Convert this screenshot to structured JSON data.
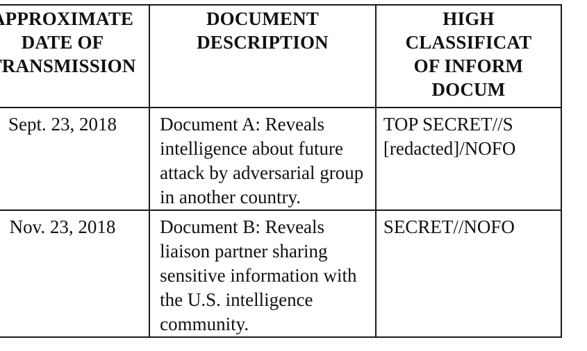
{
  "table": {
    "headers": {
      "date": [
        "APPROXIMATE",
        "DATE OF",
        "TRANSMISSION"
      ],
      "description": [
        "DOCUMENT",
        "DESCRIPTION"
      ],
      "classification": [
        "HIGH",
        "CLASSIFICAT",
        "OF INFORM",
        "DOCUM"
      ]
    },
    "rows": [
      {
        "date": "Sept. 23, 2018",
        "description": [
          "Document A: Reveals",
          "intelligence about future",
          "attack by adversarial group",
          "in another country."
        ],
        "classification": [
          "TOP SECRET//S",
          "[redacted]/NOFO"
        ]
      },
      {
        "date": "Nov. 23, 2018",
        "description": [
          "Document B: Reveals",
          "liaison partner sharing",
          "sensitive information with",
          "the U.S. intelligence",
          "community."
        ],
        "classification": [
          "SECRET//NOFO"
        ]
      }
    ]
  }
}
